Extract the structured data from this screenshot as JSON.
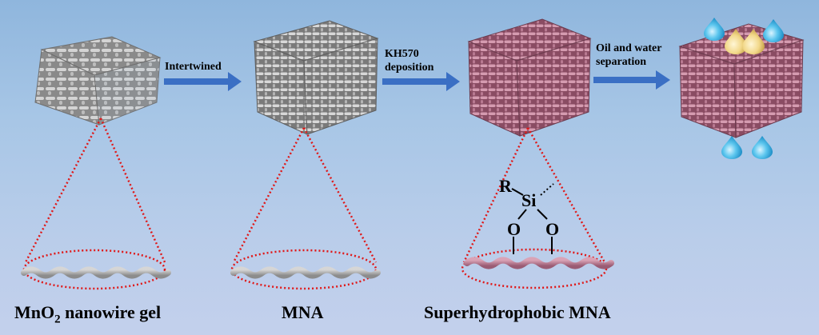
{
  "arrows": {
    "step1": {
      "lines": [
        "Intertwined"
      ]
    },
    "step2": {
      "lines": [
        "KH570",
        "deposition"
      ]
    },
    "step3": {
      "lines": [
        "Oil and water",
        "separation"
      ]
    }
  },
  "labels": {
    "gel_prefix": "MnO",
    "gel_sub": "2",
    "gel_suffix": " nanowire gel",
    "mna": "MNA",
    "super": "Superhydrophobic MNA"
  },
  "chem": {
    "r": "R",
    "si": "Si",
    "o1": "O",
    "o2": "O"
  },
  "colors": {
    "wire_gray": "#9a9a9a",
    "wire_pink": "#c0869b",
    "arrow_blue": "#3a6fc4",
    "dotted_red": "#e01818",
    "water_drop": "#5cc6ee",
    "oil_drop": "#f2d88a"
  }
}
